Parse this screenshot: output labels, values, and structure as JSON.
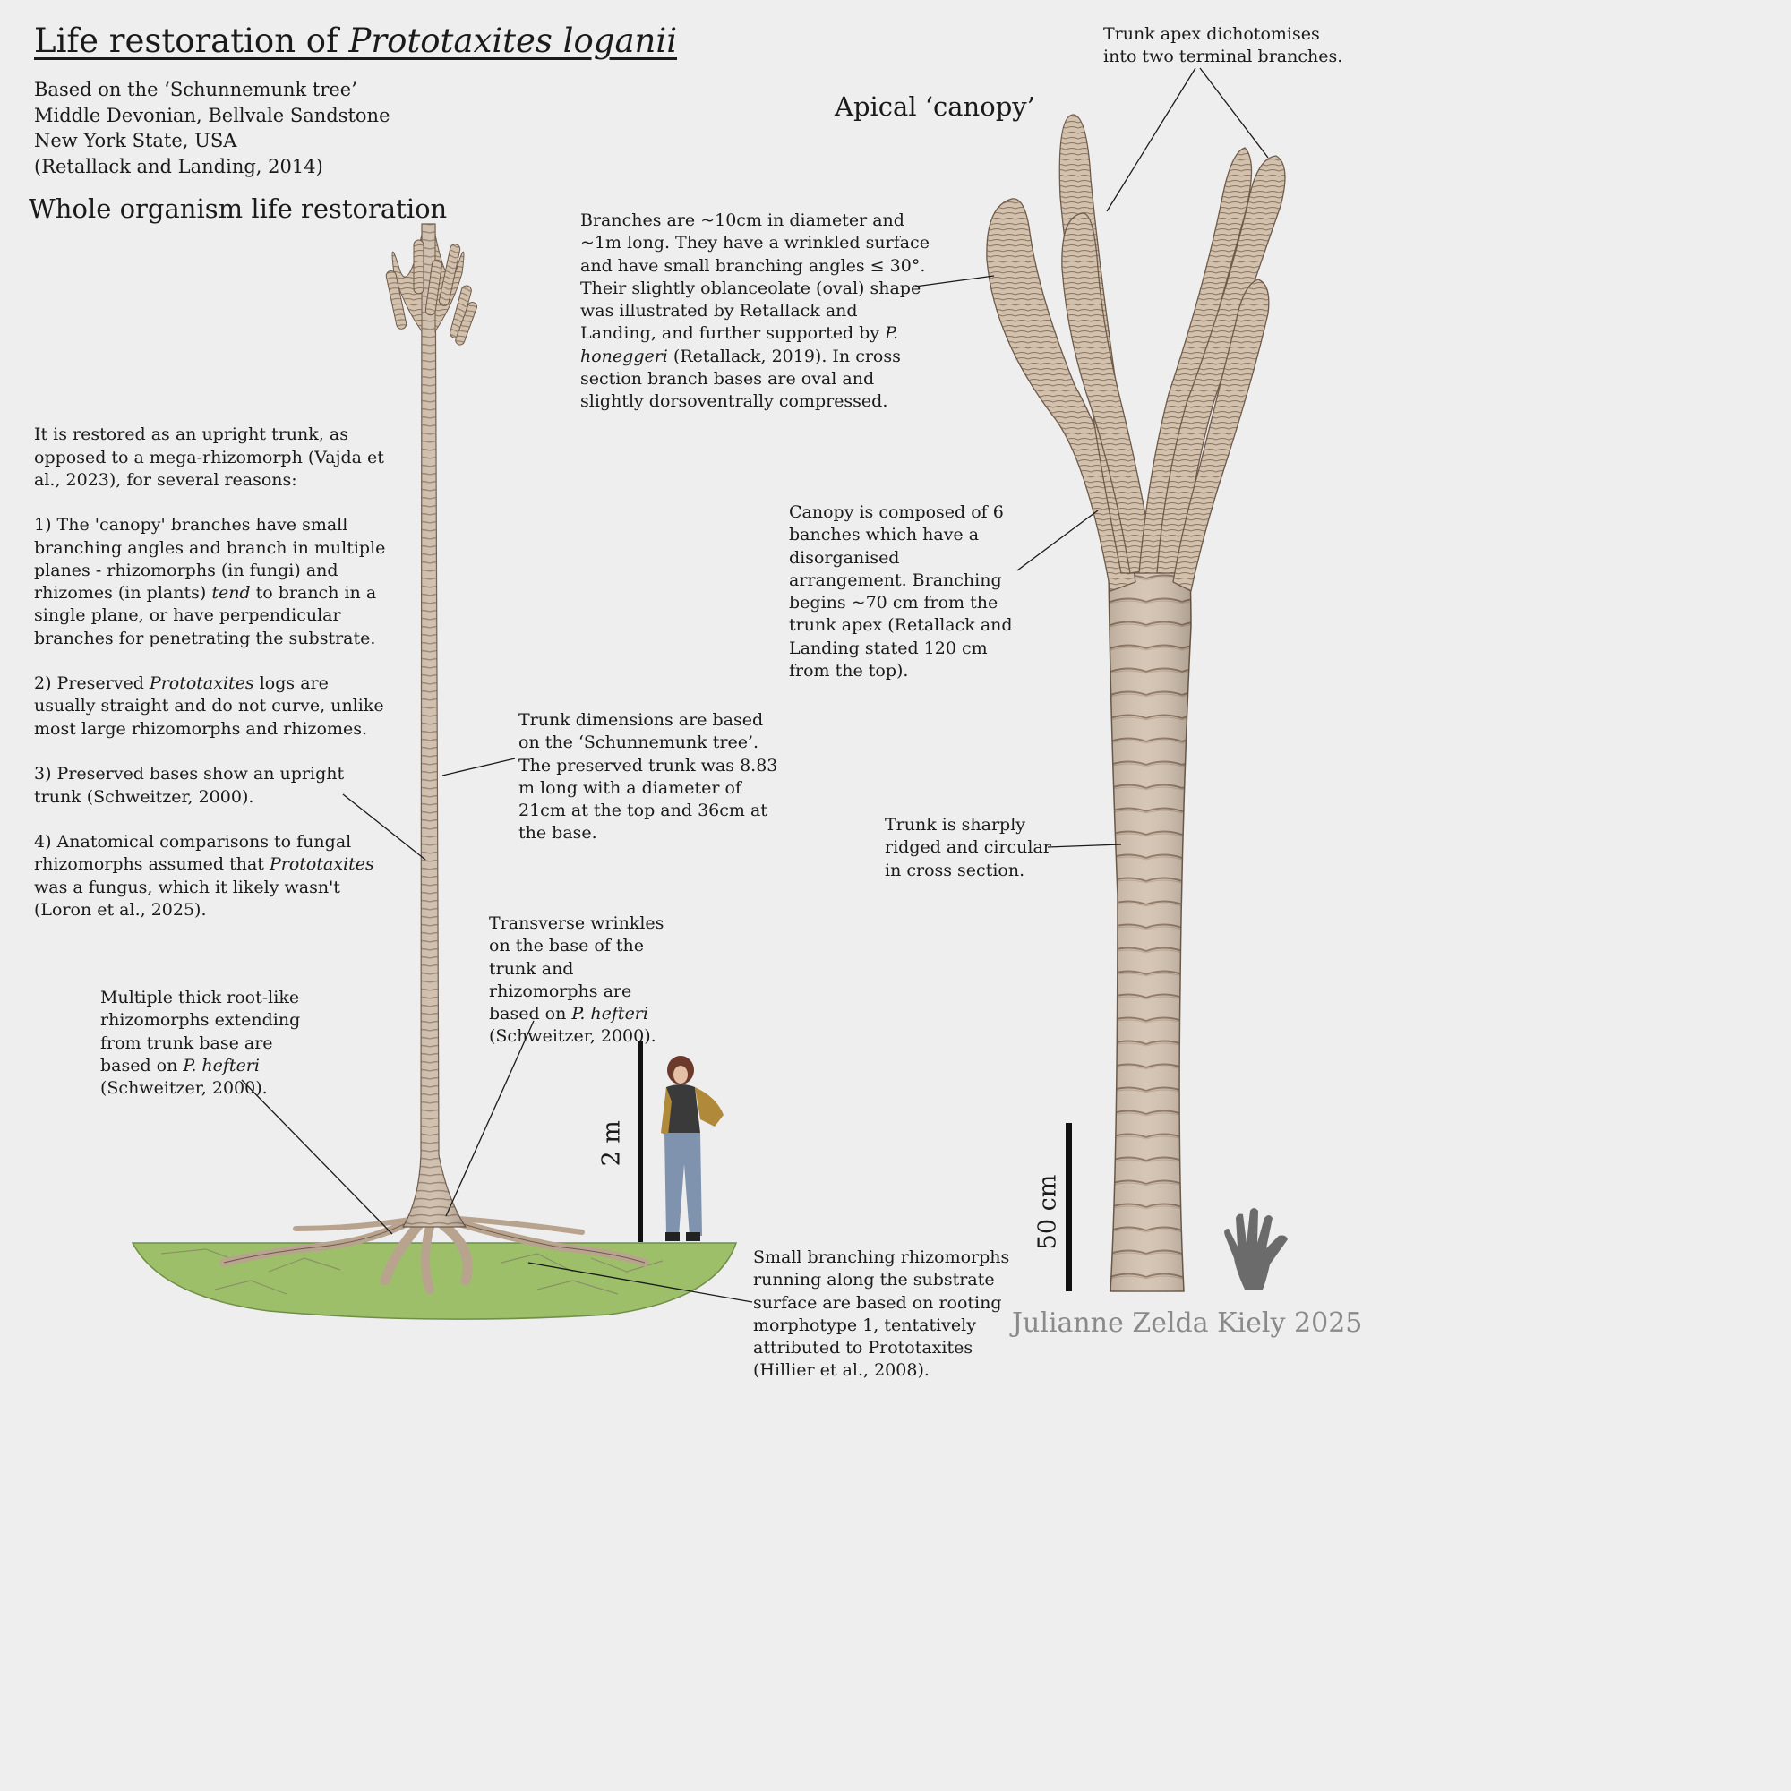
{
  "header": {
    "title_plain": "Life restoration of ",
    "title_italic": "Prototaxites loganii",
    "source": "Based on the ‘Schunnemunk tree’\nMiddle Devonian, Bellvale Sandstone\nNew York State, USA\n(Retallack and Landing, 2014)"
  },
  "sections": {
    "whole": "Whole organism life restoration",
    "canopy": "Apical ‘canopy’"
  },
  "notes": {
    "upright": {
      "p1": "It is restored as an upright trunk, as opposed to a mega-rhizomorph (Vajda et al., 2023), for several reasons:",
      "p2a": "1) The 'canopy' branches have small branching angles and branch in multiple planes - rhizomorphs (in fungi) and rhizomes (in plants) ",
      "p2i": "tend",
      "p2b": " to branch in a single plane, or have perpendicular branches for penetrating the substrate.",
      "p3a": "2) Preserved ",
      "p3i": "Prototaxites",
      "p3b": " logs are usually straight and do not curve, unlike most large rhizomorphs and rhizomes.",
      "p4": "3) Preserved bases show an upright trunk (Schweitzer, 2000).",
      "p5a": "4) Anatomical comparisons to fungal rhizomorphs assumed that ",
      "p5i": "Prototaxites",
      "p5b": " was a fungus, which it likely wasn't (Loron et al., 2025)."
    },
    "trunk_dims": "Trunk dimensions are based on the ‘Schunnemunk tree’. The preserved trunk was 8.83 m long with a diameter of 21cm at the top and 36cm at the base.",
    "wrinkles_a": "Transverse wrinkles on the base of the trunk and rhizomorphs are based on ",
    "wrinkles_i": "P. hefteri",
    "wrinkles_b": " (Schweitzer, 2000).",
    "rhizo_a": "Multiple thick root-like rhizomorphs extending from trunk base are based on ",
    "rhizo_i": "P. hefteri",
    "rhizo_b": " (Schweitzer, 2000).",
    "small_rhizo": "Small branching rhizomorphs running along the substrate surface are based on rooting morphotype 1, tentatively attributed to Prototaxites (Hillier et al., 2008).",
    "branches_a": "Branches are ~10cm in diameter and ~1m long. They have a wrinkled surface and have small branching angles ≤ 30°. Their slightly oblanceolate (oval) shape was illustrated by Retallack and Landing, and further supported by ",
    "branches_i": "P. honeggeri",
    "branches_b": " (Retallack, 2019). In cross section branch bases are oval and slightly dorsoventrally compressed.",
    "apex": "Trunk apex dichotomises into two terminal branches.",
    "canopy_desc": "Canopy is composed of 6 banches which have a disorganised arrangement. Branching begins ~70 cm from the trunk apex (Retallack and Landing stated 120 cm from the top).",
    "ridged": "Trunk is sharply ridged and circular in cross section."
  },
  "scales": {
    "left": "2 m",
    "right": "50 cm"
  },
  "credit": "Julianne Zelda Kiely 2025",
  "colors": {
    "background": "#eeeeee",
    "trunk": "#cfbeac",
    "trunk_ridge": "#9a8270",
    "ground": "#9dbf6a",
    "hand": "#6b6b6b",
    "credit": "#8a8a8a"
  }
}
